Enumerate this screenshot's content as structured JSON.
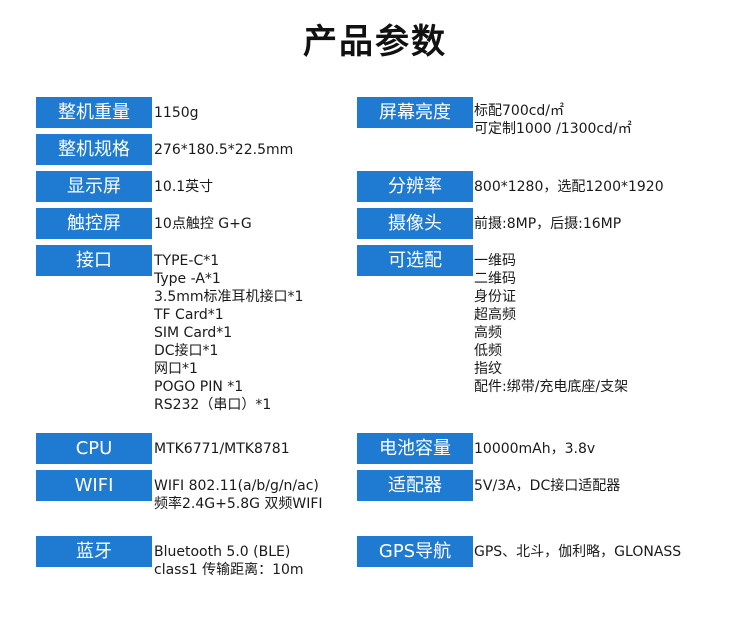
{
  "title": "产品参数",
  "left": [
    {
      "key": "weight",
      "label": "整机重量",
      "lines": [
        "1150g"
      ]
    },
    {
      "key": "size",
      "label": "整机规格",
      "lines": [
        "276*180.5*22.5mm"
      ]
    },
    {
      "key": "display",
      "label": "显示屏",
      "lines": [
        "10.1英寸"
      ]
    },
    {
      "key": "touch",
      "label": "触控屏",
      "lines": [
        "10点触控 G+G"
      ]
    },
    {
      "key": "ports",
      "label": "接口",
      "lines": [
        "TYPE-C*1",
        "Type -A*1",
        "3.5mm标准耳机接口*1",
        "TF Card*1",
        "SIM Card*1",
        "DC接口*1",
        "网口*1",
        "POGO PIN *1",
        "RS232（串口）*1"
      ]
    },
    {
      "key": "cpu",
      "label": "CPU",
      "lines": [
        "MTK6771/MTK8781"
      ]
    },
    {
      "key": "wifi",
      "label": "WIFI",
      "lines": [
        "WIFI 802.11(a/b/g/n/ac)",
        "频率2.4G+5.8G 双频WIFI"
      ]
    },
    {
      "key": "bluetooth",
      "label": "蓝牙",
      "lines": [
        "Bluetooth 5.0 (BLE)",
        "class1 传输距离：10m"
      ]
    }
  ],
  "right": [
    {
      "key": "brightness",
      "label": "屏幕亮度",
      "lines": [
        "标配700cd/㎡",
        "可定制1000 /1300cd/㎡"
      ]
    },
    {
      "key": "resolution",
      "label": "分辨率",
      "lines": [
        "800*1280，选配1200*1920"
      ]
    },
    {
      "key": "camera",
      "label": "摄像头",
      "lines": [
        "前摄:8MP，后摄:16MP"
      ]
    },
    {
      "key": "options",
      "label": "可选配",
      "lines": [
        "一维码",
        "二维码",
        "身份证",
        "超高频",
        "高频",
        "低频",
        "指纹",
        "配件:绑带/充电底座/支架"
      ]
    },
    {
      "key": "battery",
      "label": "电池容量",
      "lines": [
        "10000mAh，3.8v"
      ]
    },
    {
      "key": "adapter",
      "label": "适配器",
      "lines": [
        "5V/3A，DC接口适配器"
      ]
    },
    {
      "key": "gps",
      "label": "GPS导航",
      "lines": [
        "GPS、北斗，伽利略，GLONASS"
      ]
    }
  ]
}
